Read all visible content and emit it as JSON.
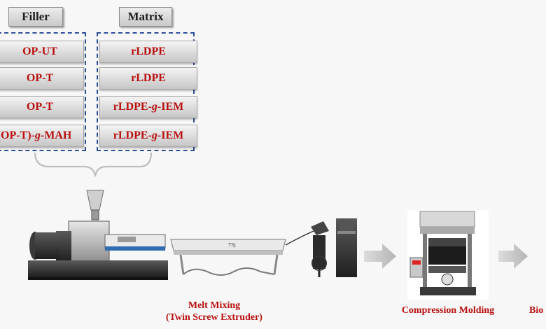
{
  "headers": {
    "filler": "Filler",
    "matrix": "Matrix"
  },
  "rows": [
    {
      "filler": "OP-UT",
      "matrix": "rLDPE"
    },
    {
      "filler": "OP-T",
      "matrix": "rLDPE"
    },
    {
      "filler": "OP-T",
      "matrix": "rLDPE-g-IEM"
    },
    {
      "filler": "(OP-T)-g-MAH",
      "matrix": "rLDPE-g-IEM"
    }
  ],
  "steps": {
    "melt_mixing": "Melt Mixing",
    "melt_mixing_sub": "(Twin Screw Extruder)",
    "compression_molding": "Compression Molding",
    "cut_off_label": "Bio"
  },
  "machine_plate": "TSJ"
}
